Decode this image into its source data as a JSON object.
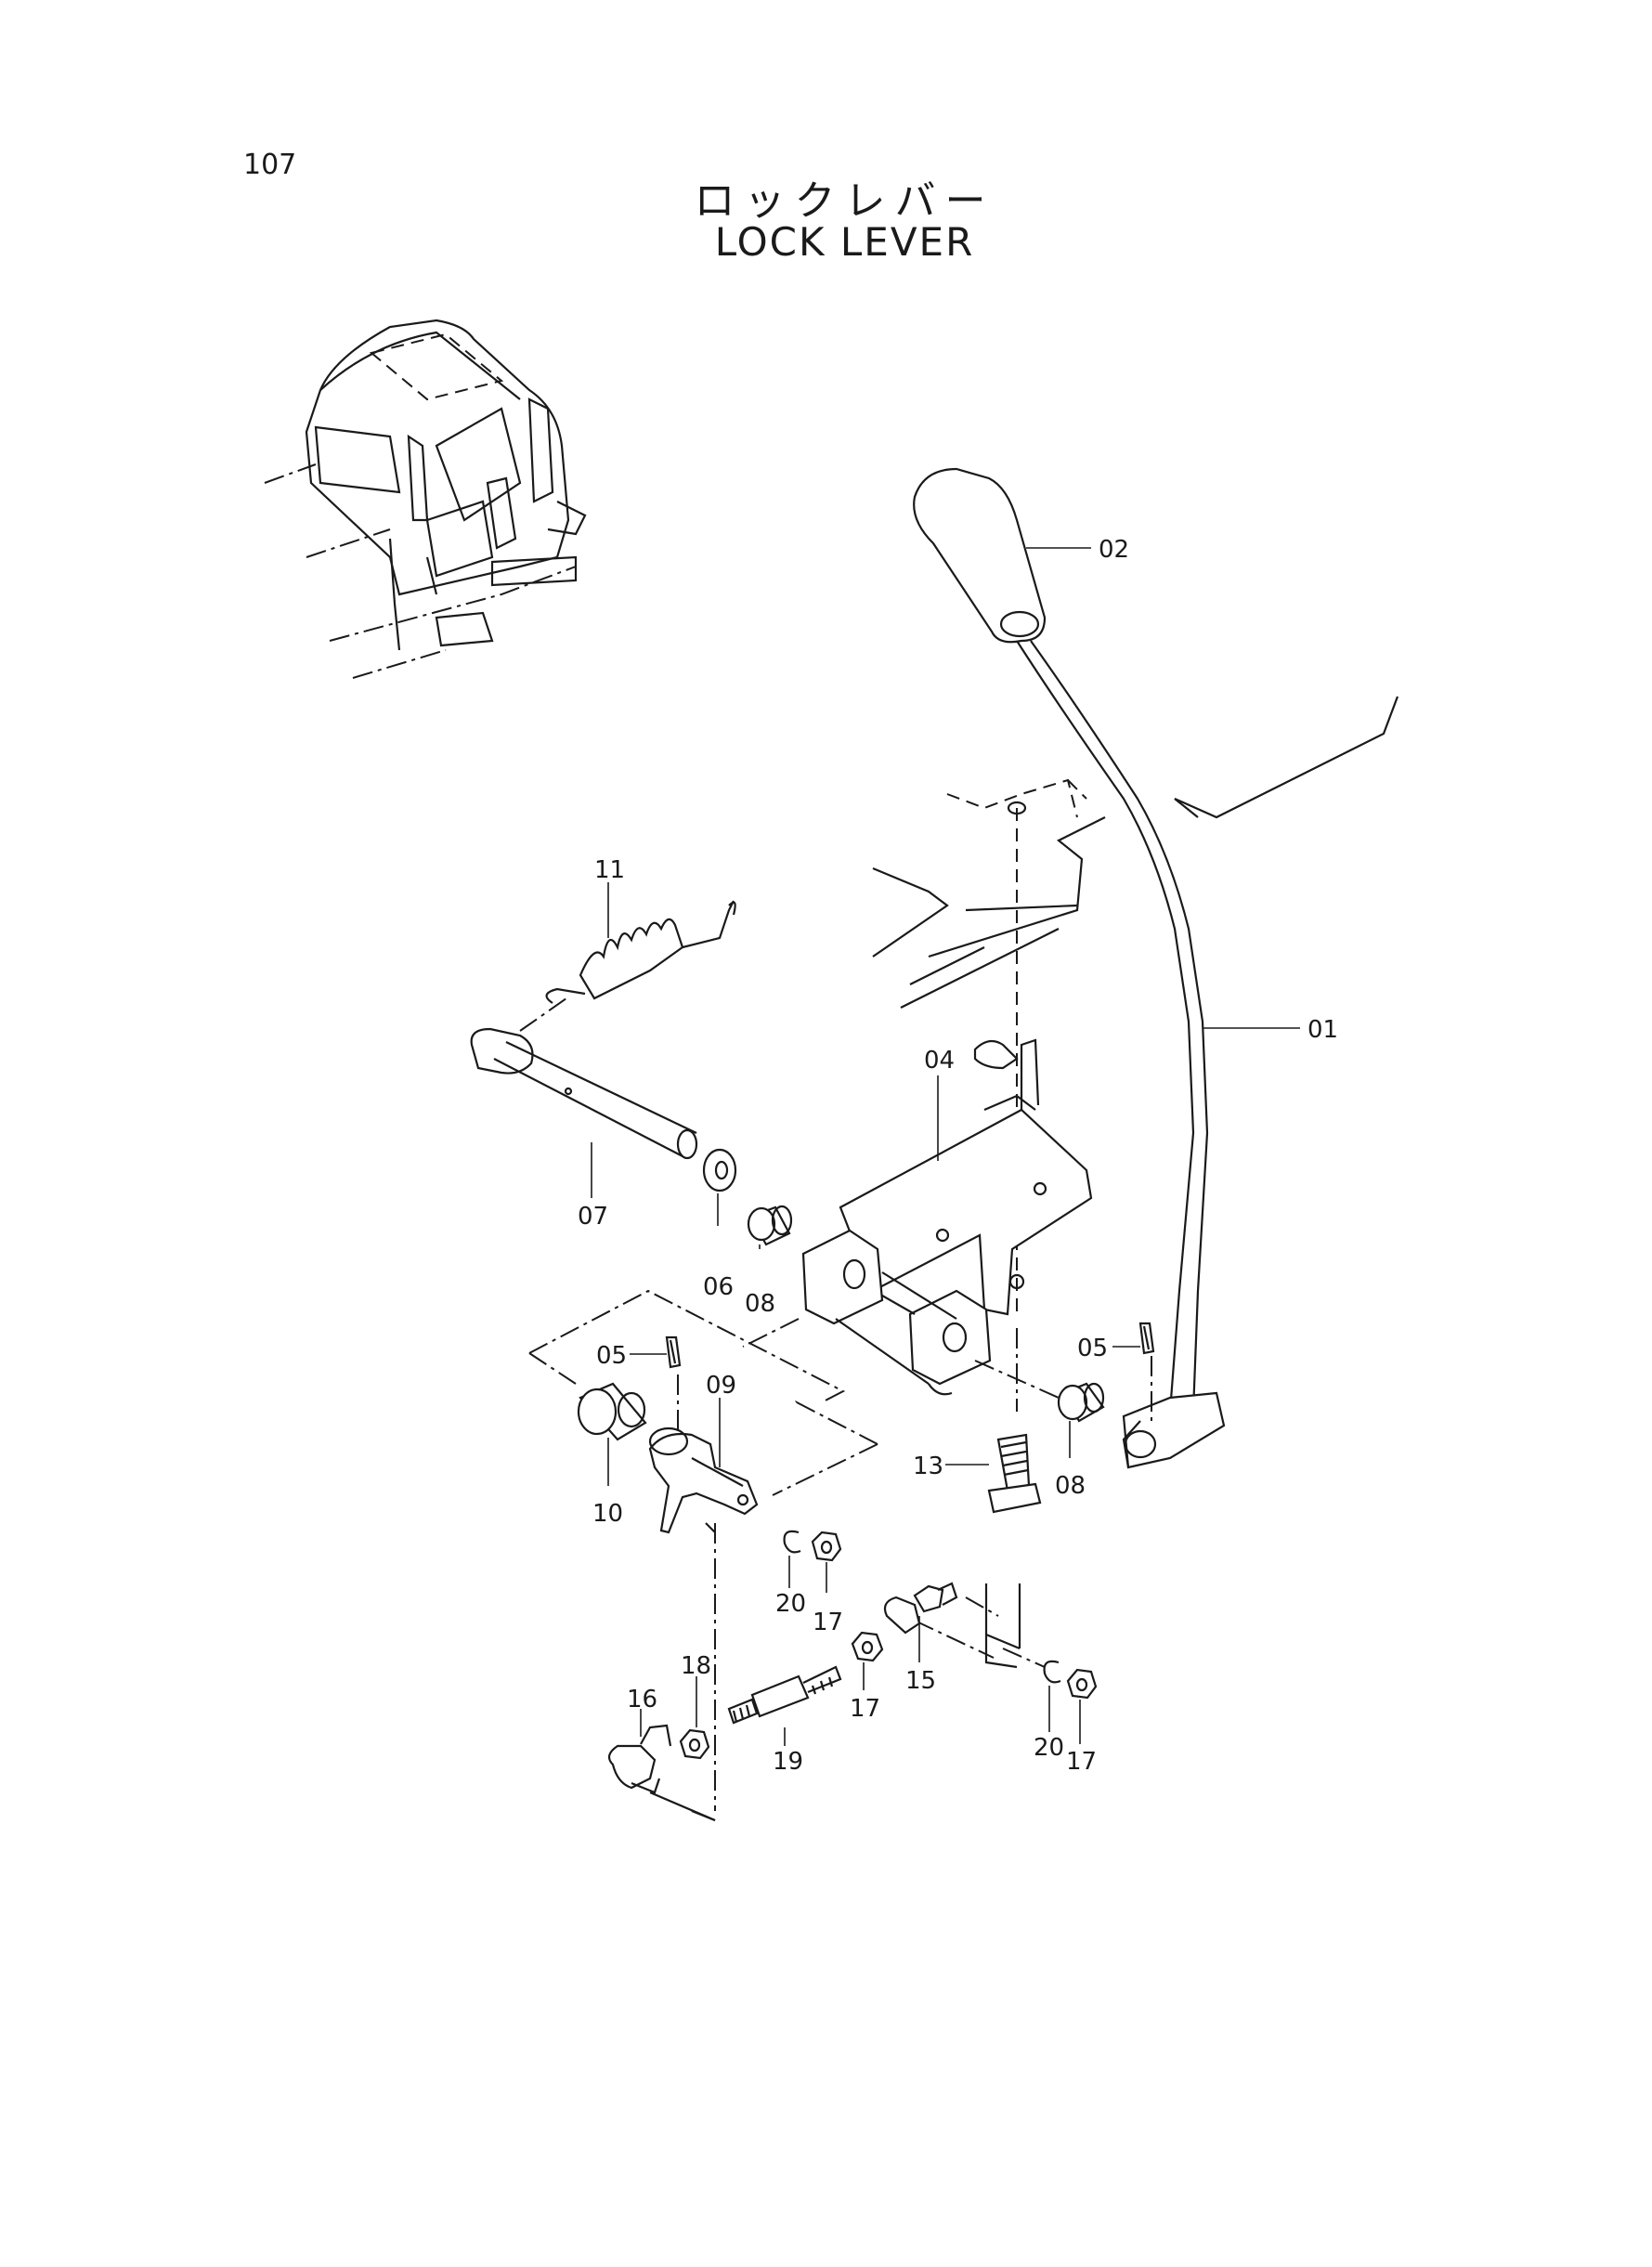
{
  "page_number": "107",
  "title_jp": "ロックレバー",
  "title_en": "LOCK LEVER",
  "parts": {
    "p01": "01",
    "p02": "02",
    "p04": "04",
    "p05a": "05",
    "p05b": "05",
    "p06": "06",
    "p07": "07",
    "p08a": "08",
    "p08b": "08",
    "p09": "09",
    "p10": "10",
    "p11": "11",
    "p13": "13",
    "p15": "15",
    "p16": "16",
    "p17a": "17",
    "p17b": "17",
    "p17c": "17",
    "p18": "18",
    "p19": "19",
    "p20a": "20",
    "p20b": "20"
  }
}
